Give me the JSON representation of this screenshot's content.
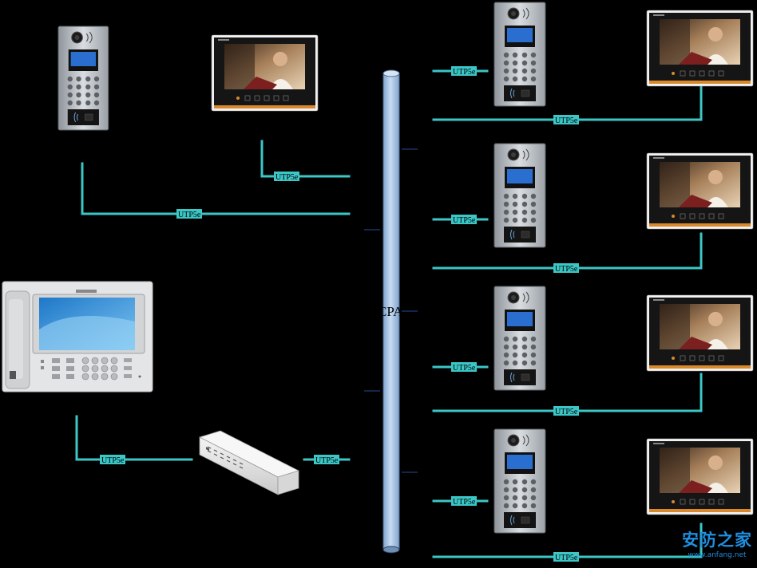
{
  "backbone": {
    "label": "CPA"
  },
  "cable_label": "UTP5e",
  "watermark": {
    "main": "安防之家",
    "sub": "www.anfang.net"
  },
  "devices": {
    "left_outdoor_station": "outdoor-station",
    "left_indoor_monitor": "indoor-monitor",
    "guard_unit": "management-center",
    "switch": "network-switch",
    "right_units": 4
  },
  "colors": {
    "cable": "#3cc6c6",
    "backbone": "#a9c6e8",
    "background": "#000000"
  }
}
